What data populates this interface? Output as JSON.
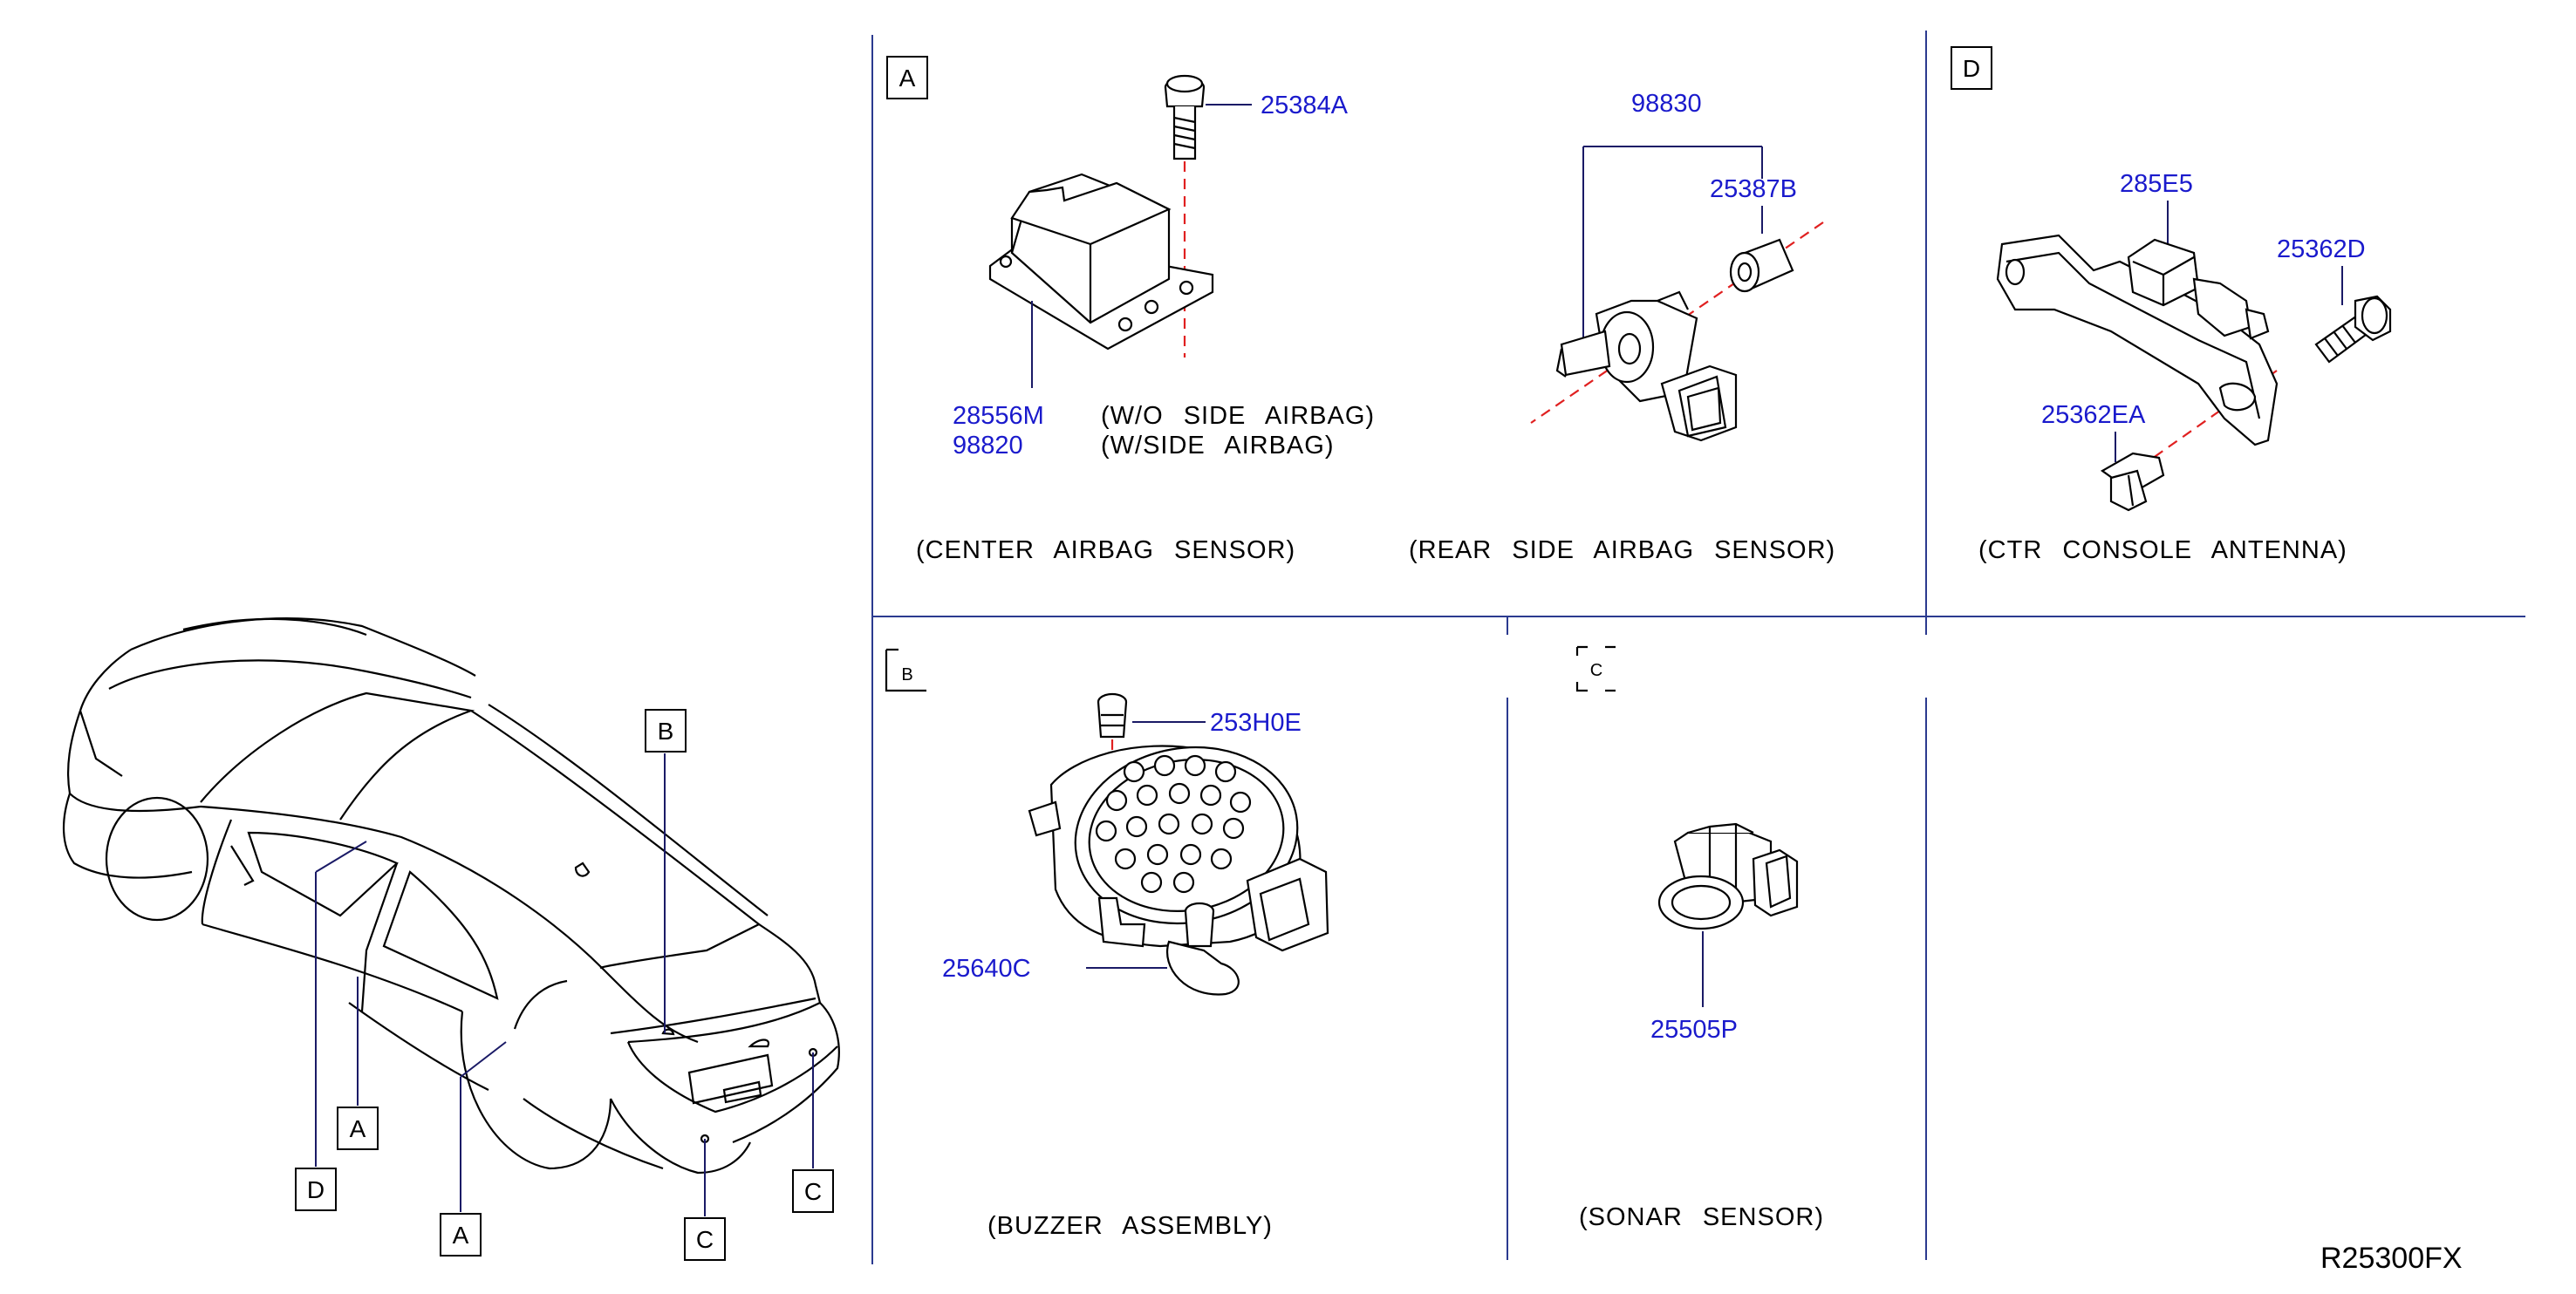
{
  "panels": {
    "a": {
      "tag": "A",
      "caption": "(CENTER  AIRBAG  SENSOR)",
      "parts": {
        "bolt": "25384A",
        "sensor_1": "28556M",
        "sensor_2": "98820"
      },
      "notes": {
        "n1": "(W/O  SIDE  AIRBAG)",
        "n2": "(W/SIDE  AIRBAG)"
      }
    },
    "rear": {
      "caption": "(REAR  SIDE  AIRBAG  SENSOR)",
      "parts": {
        "assembly": "98830",
        "collar": "25387B"
      }
    },
    "d": {
      "tag": "D",
      "caption": "(CTR  CONSOLE  ANTENNA)",
      "parts": {
        "antenna": "285E5",
        "bolt": "25362D",
        "clip": "25362EA"
      }
    },
    "b": {
      "tag": "B",
      "caption": "(BUZZER  ASSEMBLY)",
      "parts": {
        "clip": "253H0E",
        "buzzer": "25640C"
      }
    },
    "c": {
      "tag": "C",
      "caption": "(SONAR  SENSOR)",
      "parts": {
        "sensor": "25505P"
      }
    }
  },
  "car_callouts": {
    "b": "B",
    "a1": "A",
    "d": "D",
    "a2": "A",
    "c1": "C",
    "c2": "C"
  },
  "drawing_ref": "R25300FX"
}
